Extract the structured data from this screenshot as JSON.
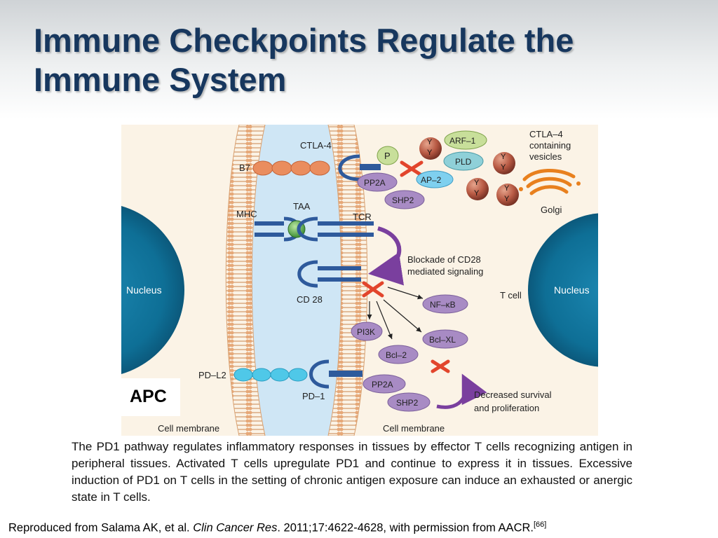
{
  "slide": {
    "title_line1": "Immune Checkpoints Regulate the",
    "title_line2": "Immune System",
    "caption": "The PD1 pathway regulates inflammatory responses in tissues by effector T cells recognizing antigen in peripheral tissues. Activated T cells upregulate PD1 and continue to express it in tissues. Excessive induction of PD1 on T cells in the setting of chronic antigen exposure can induce an exhausted or anergic state in T cells.",
    "citation_pre": "Reproduced from Salama AK, et al. ",
    "citation_journal": "Clin Cancer Res",
    "citation_post": ". 2011;17:4622-4628, with permission from AACR.",
    "citation_ref": "[66]"
  },
  "diagram": {
    "apc_label": "APC",
    "labels": {
      "ctla4": "CTLA-4",
      "b7": "B7",
      "p": "P",
      "pp2a_top": "PP2A",
      "shp2_top": "SHP2",
      "arf1": "ARF–1",
      "pld": "PLD",
      "ap2": "AP–2",
      "y": "Y",
      "vesicles_l1": "CTLA–4",
      "vesicles_l2": "containing",
      "vesicles_l3": "vesicles",
      "golgi": "Golgi",
      "mhc": "MHC",
      "taa": "TAA",
      "tcr": "TCR",
      "blockade_l1": "Blockade of CD28",
      "blockade_l2": "mediated signaling",
      "cd28": "CD 28",
      "nucleus_left": "Nucleus",
      "nucleus_right": "Nucleus",
      "tcell": "T cell",
      "nfkb": "NF–κB",
      "pi3k": "PI3K",
      "bclxl": "Bcl–XL",
      "bcl2": "Bcl–2",
      "pdl2": "PD–L2",
      "pd1": "PD–1",
      "pp2a_bottom": "PP2A",
      "shp2_bottom": "SHP2",
      "decreased_l1": "Decreased survival",
      "decreased_l2": "and proliferation",
      "membrane_left": "Cell membrane",
      "membrane_right": "Cell membrane"
    },
    "colors": {
      "title": "#17375e",
      "nucleus": "#0e6f96",
      "membrane": "#e8b88c",
      "cleft": "#cfe6f5",
      "receptor": "#2e5a9c",
      "bead_orange": "#ea8d5e",
      "bead_cyan": "#4fc8e8",
      "purple": "#a88bc4",
      "inhibit_x": "#e2452c",
      "arrow_purple": "#7a3f9e"
    }
  }
}
